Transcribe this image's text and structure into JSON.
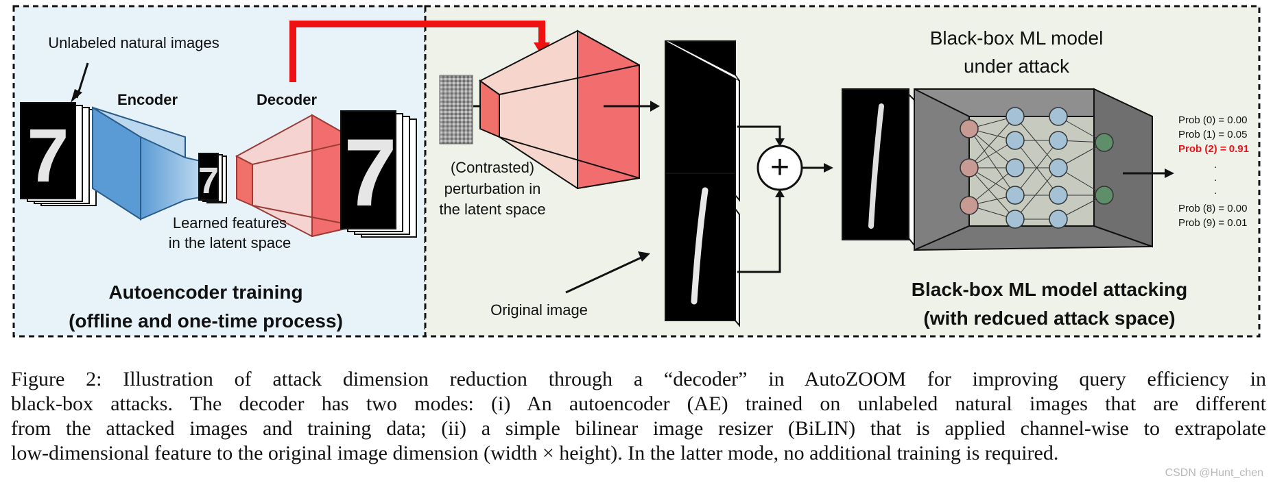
{
  "figure": {
    "left_panel": {
      "unlabeled_label": "Unlabeled natural images",
      "encoder_label": "Encoder",
      "decoder_label": "Decoder",
      "latent_label_line1": "Learned features",
      "latent_label_line2": "in the latent space",
      "title_line1": "Autoencoder training",
      "title_line2": "(offline and one-time process)",
      "background_color": "#e8f3f9"
    },
    "right_panel": {
      "perturbation_line1": "(Contrasted)",
      "perturbation_line2": "perturbation in",
      "perturbation_line3": "the latent space",
      "original_label": "Original image",
      "blackbox_line1": "Black-box ML model",
      "blackbox_line2": "under attack",
      "title_line1": "Black-box ML model attacking",
      "title_line2": "(with redcued attack space)",
      "probs": [
        "Prob (0) = 0.00",
        "Prob (1) = 0.05",
        "Prob (2) = 0.91",
        "Prob (8) = 0.00",
        "Prob (9) = 0.01"
      ],
      "highlight_color": "#e8121b",
      "background_color": "#eef2e8"
    },
    "digit_glyph": "7",
    "plus_glyph": "+"
  },
  "caption": {
    "line1": "Figure 2: Illustration of attack dimension reduction through a “decoder” in AutoZOOM for improving query efficiency in",
    "line2": "black-box attacks. The decoder has two modes: (i) An autoencoder (AE) trained on unlabeled natural images that are different",
    "line3": "from the attacked images and training data; (ii) a simple bilinear image resizer (BiLIN) that is applied channel-wise to extrapolate",
    "line4": "low-dimensional feature to the original image dimension (width × height). In the latter mode, no additional training is required."
  },
  "watermark": "CSDN @Hunt_chen"
}
